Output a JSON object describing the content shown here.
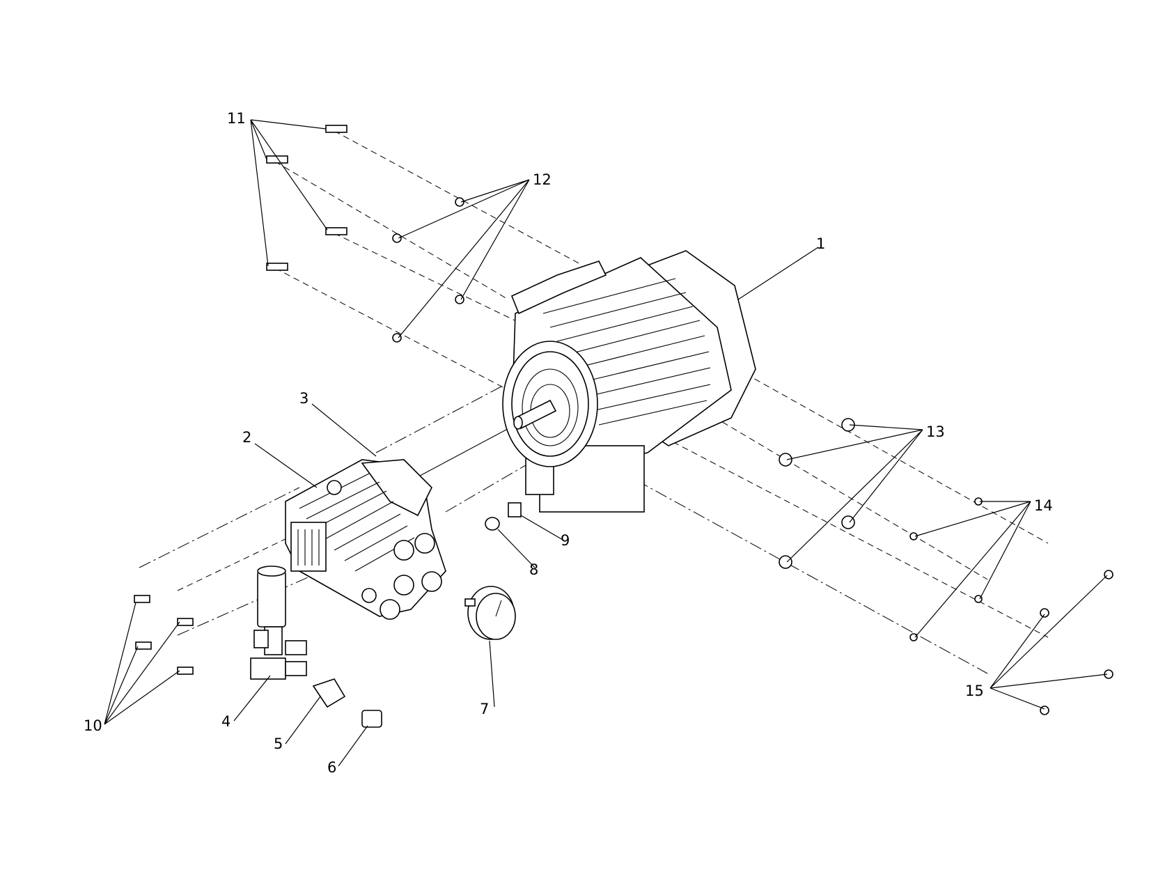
{
  "diagram": {
    "type": "exploded-parts-view",
    "callouts": [
      "1",
      "2",
      "3",
      "4",
      "5",
      "6",
      "7",
      "8",
      "9",
      "10",
      "11",
      "12",
      "13",
      "14",
      "15"
    ]
  }
}
